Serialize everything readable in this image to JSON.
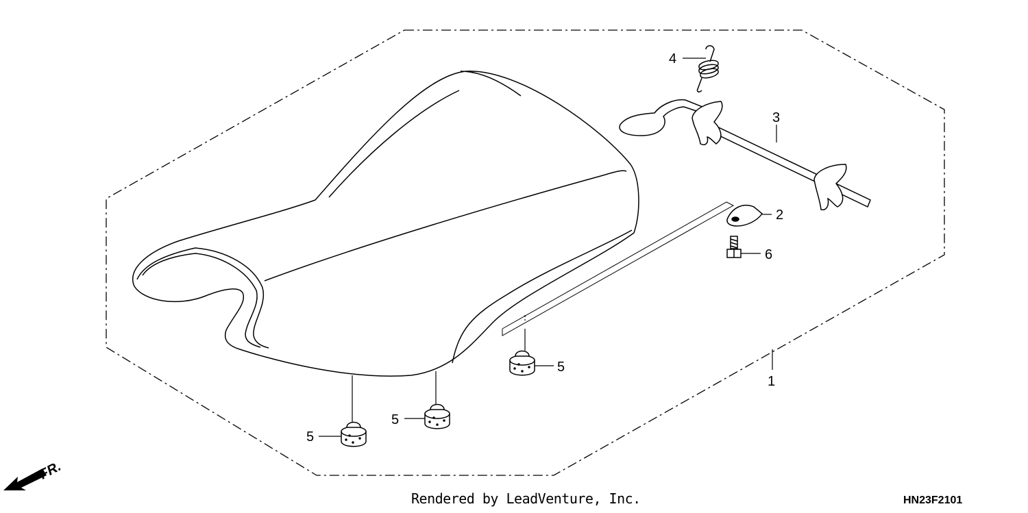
{
  "callouts": [
    {
      "id": "1",
      "label": "1"
    },
    {
      "id": "2",
      "label": "2"
    },
    {
      "id": "3",
      "label": "3"
    },
    {
      "id": "4",
      "label": "4"
    },
    {
      "id": "5a",
      "label": "5"
    },
    {
      "id": "5b",
      "label": "5"
    },
    {
      "id": "5c",
      "label": "5"
    },
    {
      "id": "6",
      "label": "6"
    }
  ],
  "direction_marker": "FR.",
  "footer": {
    "credit": "Rendered by LeadVenture, Inc.",
    "diagram_code": "HN23F2101"
  }
}
